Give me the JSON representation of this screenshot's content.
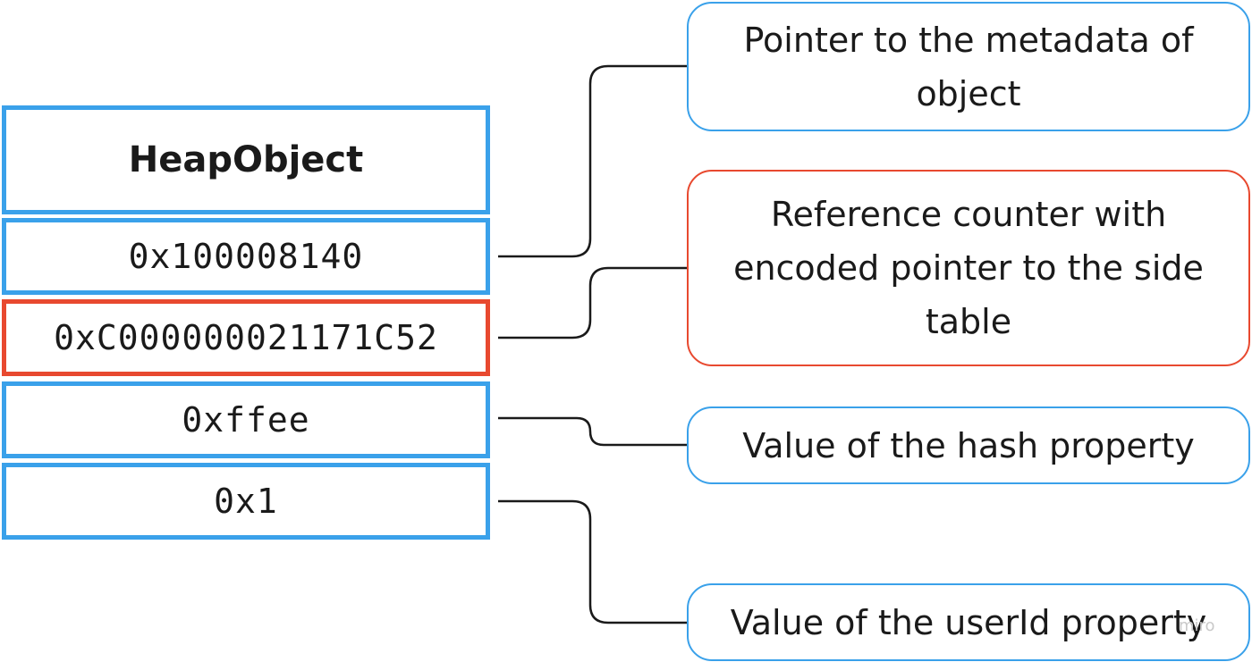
{
  "heap_object": {
    "header": "HeapObject",
    "fields": [
      {
        "value": "0x100008140",
        "highlight": "#3aa1ea"
      },
      {
        "value": "0xC000000021171C52",
        "highlight": "#e8492f"
      },
      {
        "value": "0xffee",
        "highlight": "#3aa1ea"
      },
      {
        "value": "0x1",
        "highlight": "#3aa1ea"
      }
    ]
  },
  "annotations": [
    {
      "text": "Pointer to the metadata of object",
      "color": "#3aa1ea"
    },
    {
      "text": "Reference counter with encoded pointer to the side table",
      "color": "#e8492f"
    },
    {
      "text": "Value of the hash property",
      "color": "#3aa1ea"
    },
    {
      "text": "Value of the userId property",
      "color": "#3aa1ea"
    }
  ],
  "watermark": "miro",
  "colors": {
    "blue": "#3aa1ea",
    "red": "#e8492f",
    "connector": "#1a1a1a"
  }
}
